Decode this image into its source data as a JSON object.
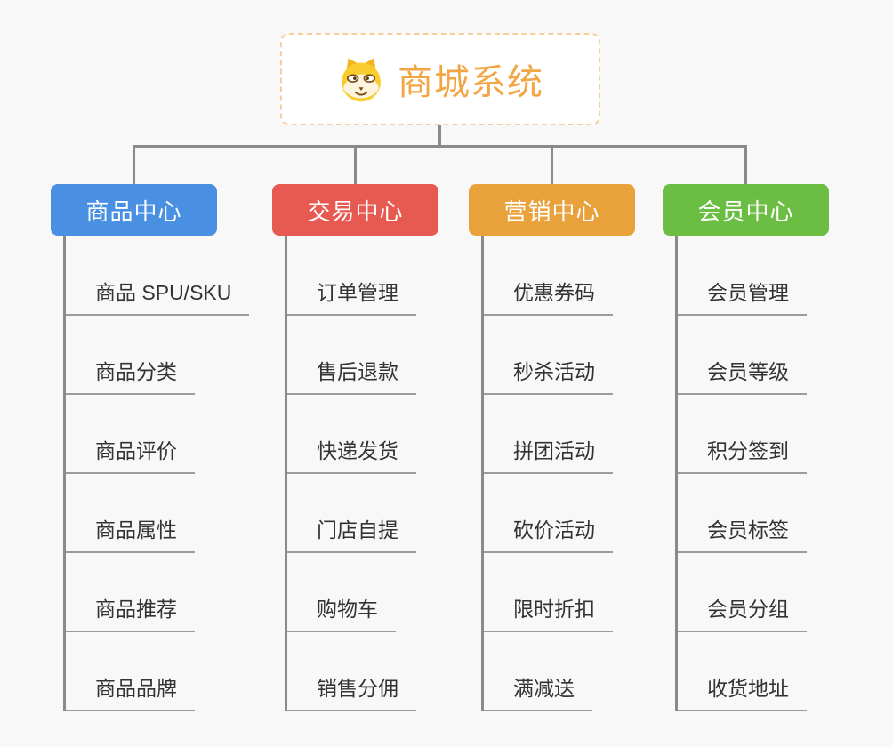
{
  "page": {
    "background": "#f8f8f8",
    "connector_color": "#8a8a8a"
  },
  "root": {
    "title": "商城系统",
    "icon": "dog-face-icon",
    "title_color": "#f1a643",
    "border_color": "#f7cf9a"
  },
  "branches": [
    {
      "id": "product-center",
      "label": "商品中心",
      "color": "#4a90e2",
      "children": [
        "商品 SPU/SKU",
        "商品分类",
        "商品评价",
        "商品属性",
        "商品推荐",
        "商品品牌"
      ]
    },
    {
      "id": "trade-center",
      "label": "交易中心",
      "color": "#e75a52",
      "children": [
        "订单管理",
        "售后退款",
        "快递发货",
        "门店自提",
        "购物车",
        "销售分佣"
      ]
    },
    {
      "id": "marketing-center",
      "label": "营销中心",
      "color": "#e9a23b",
      "children": [
        "优惠券码",
        "秒杀活动",
        "拼团活动",
        "砍价活动",
        "限时折扣",
        "满减送"
      ]
    },
    {
      "id": "member-center",
      "label": "会员中心",
      "color": "#6bbe43",
      "children": [
        "会员管理",
        "会员等级",
        "积分签到",
        "会员标签",
        "会员分组",
        "收货地址"
      ]
    }
  ]
}
